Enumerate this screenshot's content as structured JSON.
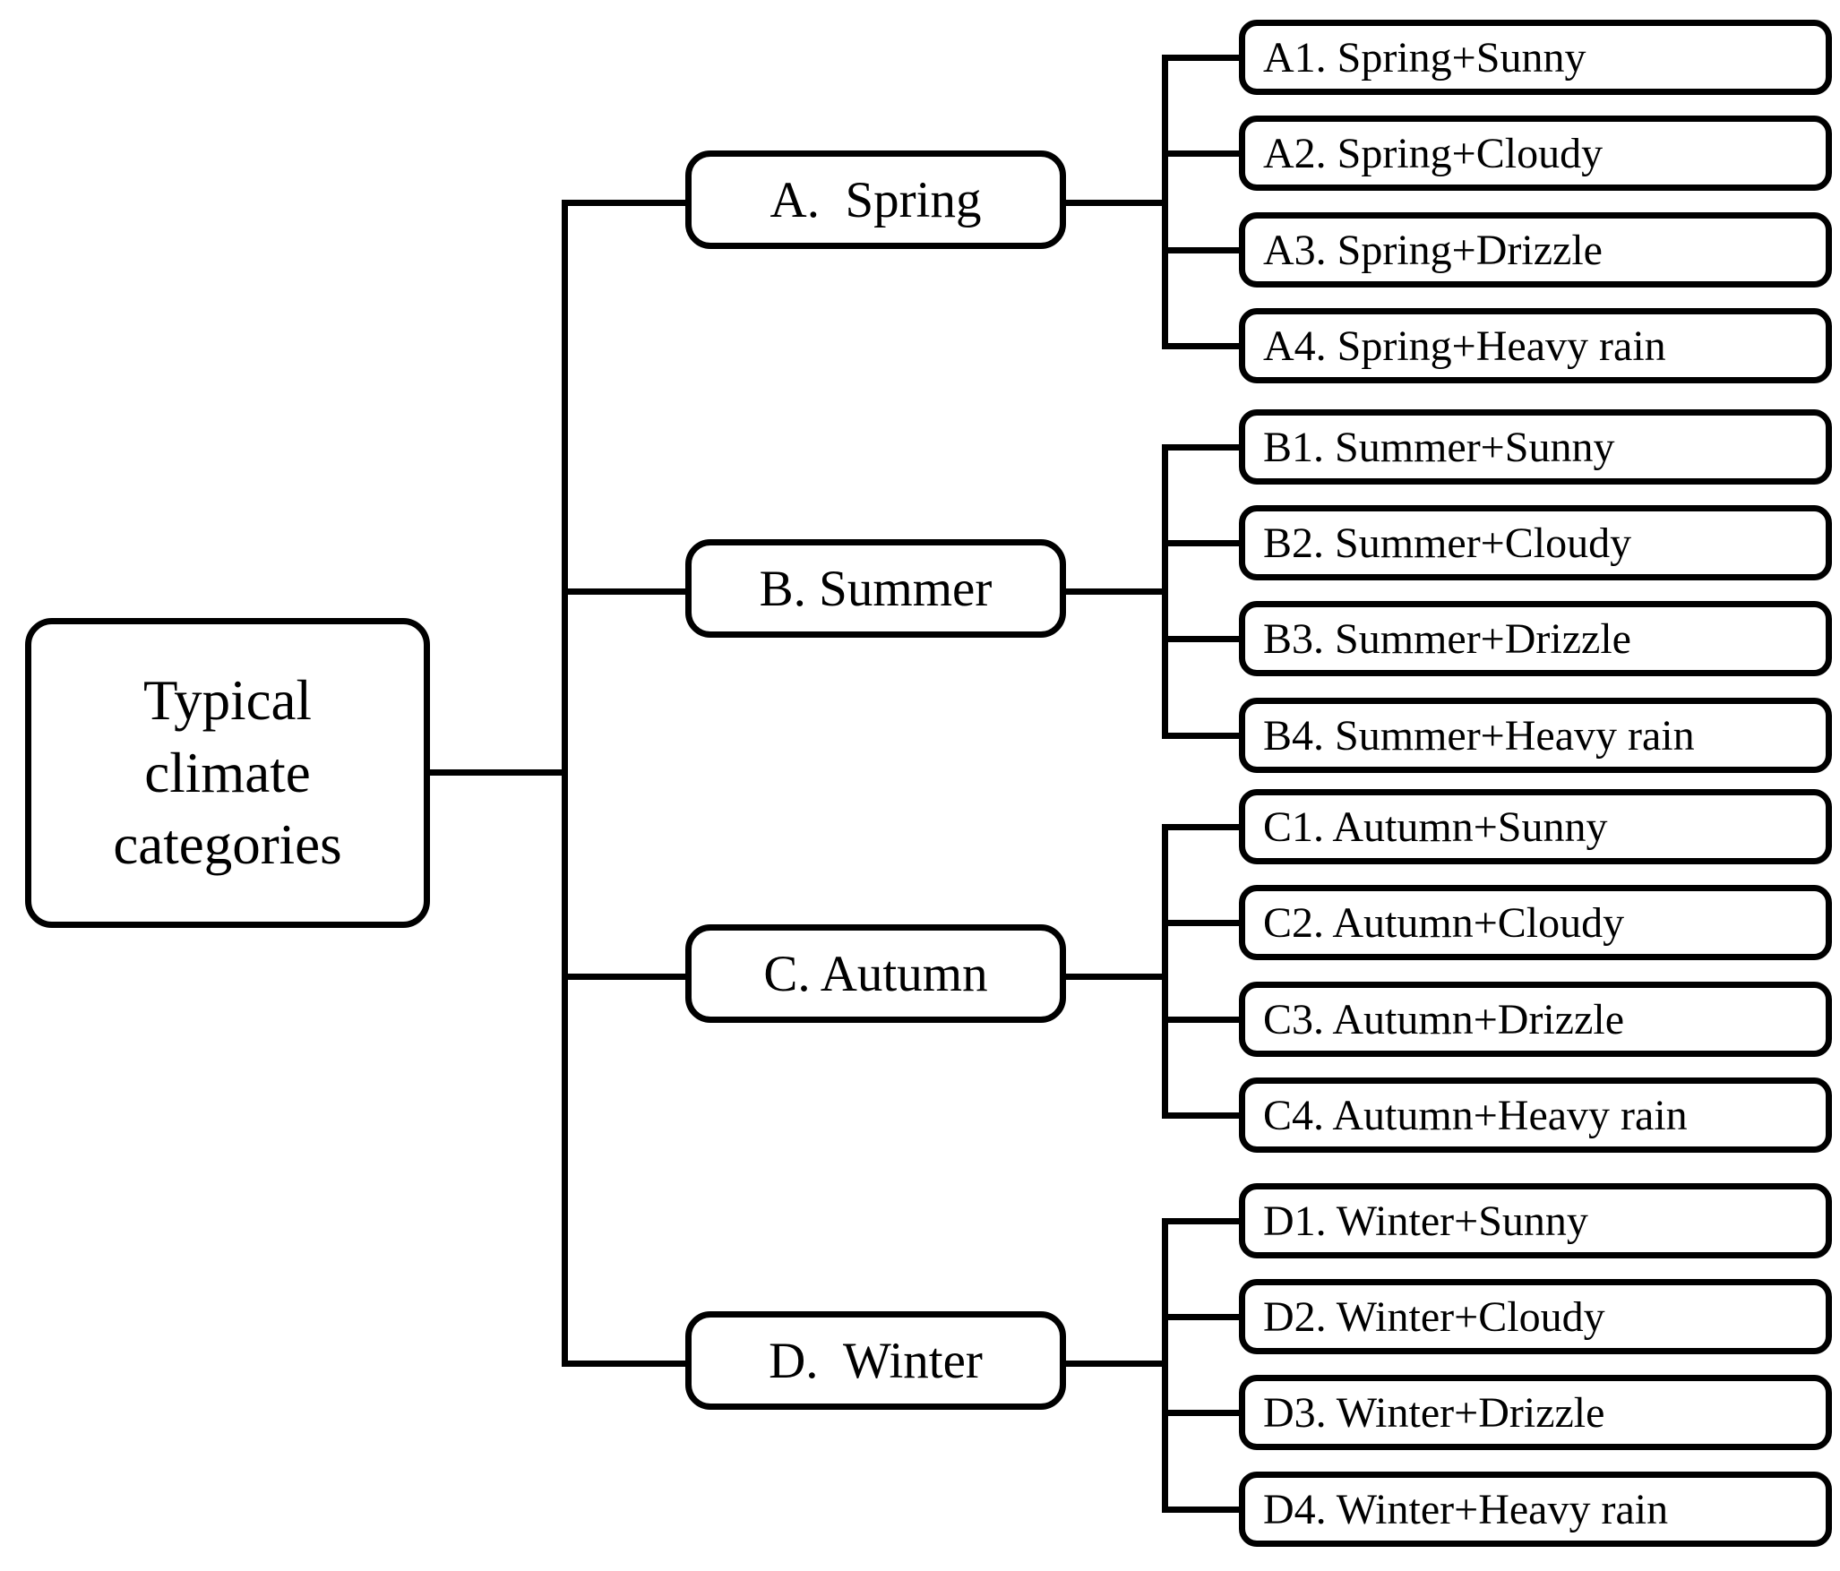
{
  "diagram": {
    "title": "Typical climate categories",
    "root": {
      "label": "Typical\nclimate\ncategories"
    },
    "branches": [
      {
        "id": "A",
        "label": "A.  Spring",
        "children": [
          {
            "id": "A1",
            "label": "A1. Spring+Sunny"
          },
          {
            "id": "A2",
            "label": "A2. Spring+Cloudy"
          },
          {
            "id": "A3",
            "label": "A3. Spring+Drizzle"
          },
          {
            "id": "A4",
            "label": "A4. Spring+Heavy rain"
          }
        ]
      },
      {
        "id": "B",
        "label": "B. Summer",
        "children": [
          {
            "id": "B1",
            "label": "B1. Summer+Sunny"
          },
          {
            "id": "B2",
            "label": "B2. Summer+Cloudy"
          },
          {
            "id": "B3",
            "label": "B3. Summer+Drizzle"
          },
          {
            "id": "B4",
            "label": "B4. Summer+Heavy rain"
          }
        ]
      },
      {
        "id": "C",
        "label": "C. Autumn",
        "children": [
          {
            "id": "C1",
            "label": "C1. Autumn+Sunny"
          },
          {
            "id": "C2",
            "label": "C2. Autumn+Cloudy"
          },
          {
            "id": "C3",
            "label": "C3. Autumn+Drizzle"
          },
          {
            "id": "C4",
            "label": "C4. Autumn+Heavy rain"
          }
        ]
      },
      {
        "id": "D",
        "label": "D.  Winter",
        "children": [
          {
            "id": "D1",
            "label": "D1. Winter+Sunny"
          },
          {
            "id": "D2",
            "label": "D2. Winter+Cloudy"
          },
          {
            "id": "D3",
            "label": "D3. Winter+Drizzle"
          },
          {
            "id": "D4",
            "label": "D4. Winter+Heavy rain"
          }
        ]
      }
    ],
    "colors": {
      "stroke": "#000000",
      "fill": "#ffffff",
      "text": "#000000"
    }
  }
}
